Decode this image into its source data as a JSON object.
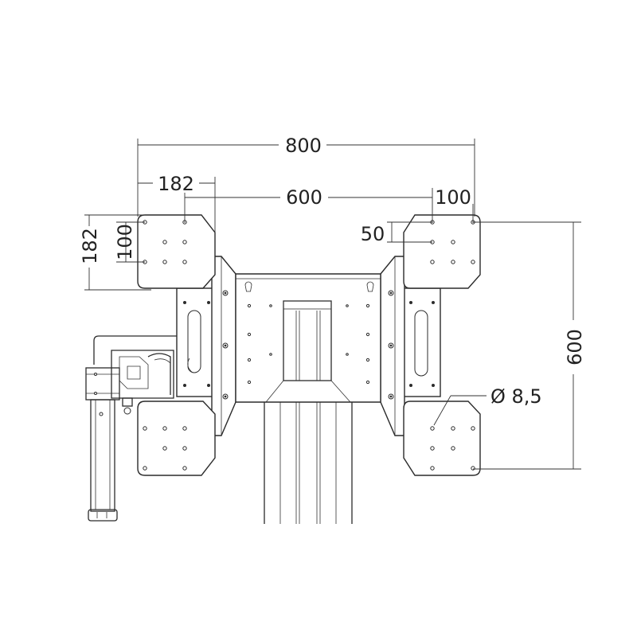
{
  "dimensions": {
    "overall_width": "800",
    "plate_width": "182",
    "hole_spacing_horizontal": "600",
    "plate_hole_offset_right": "100",
    "plate_height": "182",
    "plate_hole_spacing_vertical": "100",
    "plate_hole_offset_vertical": "50",
    "hole_spacing_vertical": "600",
    "hole_diameter": "Ø 8,5"
  }
}
